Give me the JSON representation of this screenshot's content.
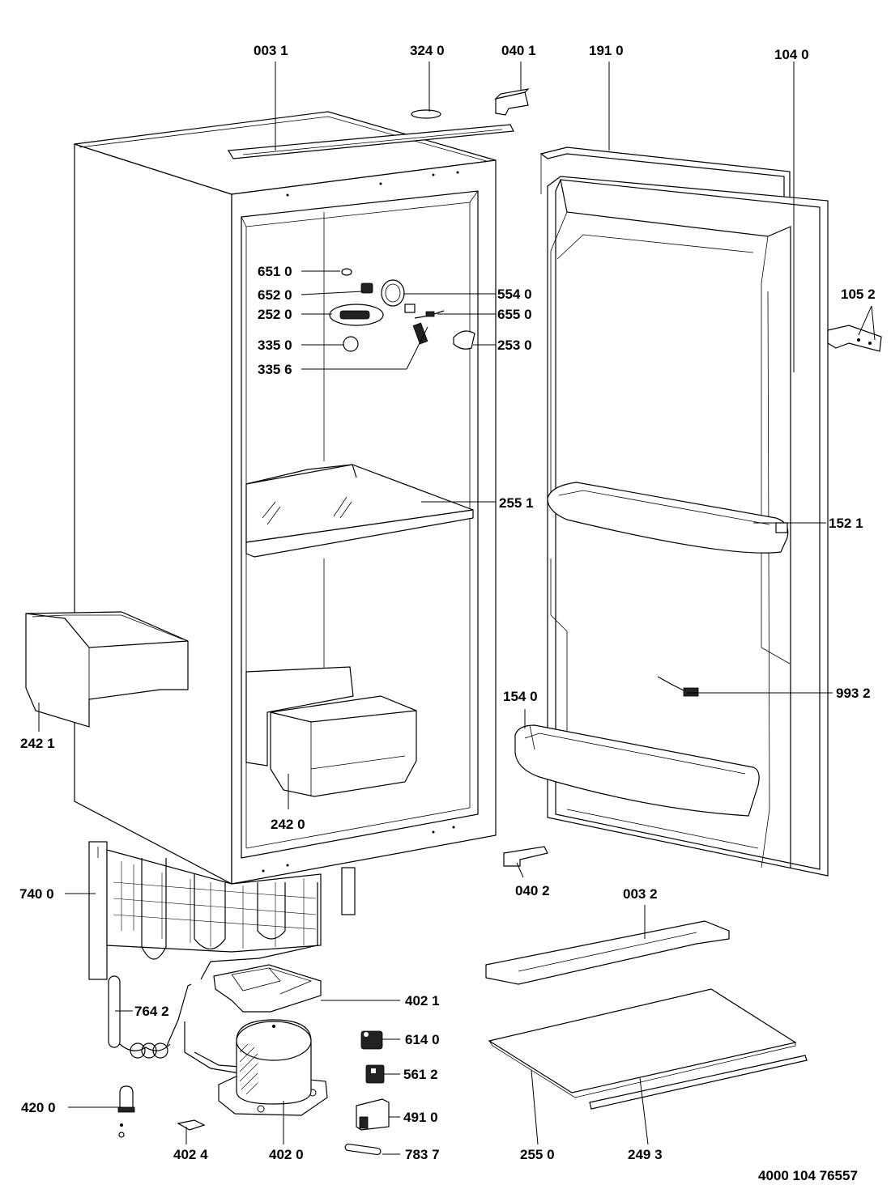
{
  "diagram": {
    "document_number": "4000 104 76557",
    "parts": {
      "p0031": "003 1",
      "p3240": "324 0",
      "p0401": "040 1",
      "p1910": "191 0",
      "p1040": "104 0",
      "p6510": "651 0",
      "p6520": "652 0",
      "p2520": "252 0",
      "p3350": "335 0",
      "p3356": "335 6",
      "p5540": "554 0",
      "p6550": "655 0",
      "p2530": "253 0",
      "p1052": "105 2",
      "p2551": "255 1",
      "p1521": "152 1",
      "p2421": "242 1",
      "p1540": "154 0",
      "p9932": "993 2",
      "p2420": "242 0",
      "p7400": "740 0",
      "p0402": "040 2",
      "p0032": "003 2",
      "p7642": "764 2",
      "p4021": "402 1",
      "p6140": "614 0",
      "p5612": "561 2",
      "p4200": "420 0",
      "p4910": "491 0",
      "p4024": "402 4",
      "p4020": "402 0",
      "p7837": "783 7",
      "p2550": "255 0",
      "p2493": "249 3"
    }
  }
}
